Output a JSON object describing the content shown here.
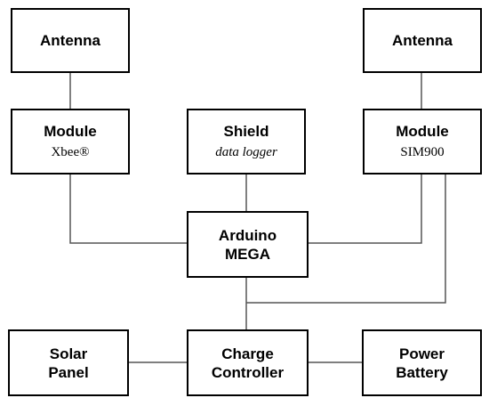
{
  "blocks": {
    "antenna_left": {
      "title": "Antenna"
    },
    "antenna_right": {
      "title": "Antenna"
    },
    "module_xbee": {
      "title": "Module",
      "subtitle": "Xbee®"
    },
    "shield": {
      "title": "Shield",
      "subtitle": "data logger"
    },
    "module_sim900": {
      "title": "Module",
      "subtitle": "SIM900"
    },
    "arduino": {
      "line1": "Arduino",
      "line2": "MEGA"
    },
    "solar_panel": {
      "line1": "Solar",
      "line2": "Panel"
    },
    "charge_controller": {
      "line1": "Charge",
      "line2": "Controller"
    },
    "power_battery": {
      "line1": "Power",
      "line2": "Battery"
    }
  },
  "colors": {
    "line": "#555555",
    "border": "#000000",
    "background": "#ffffff"
  }
}
